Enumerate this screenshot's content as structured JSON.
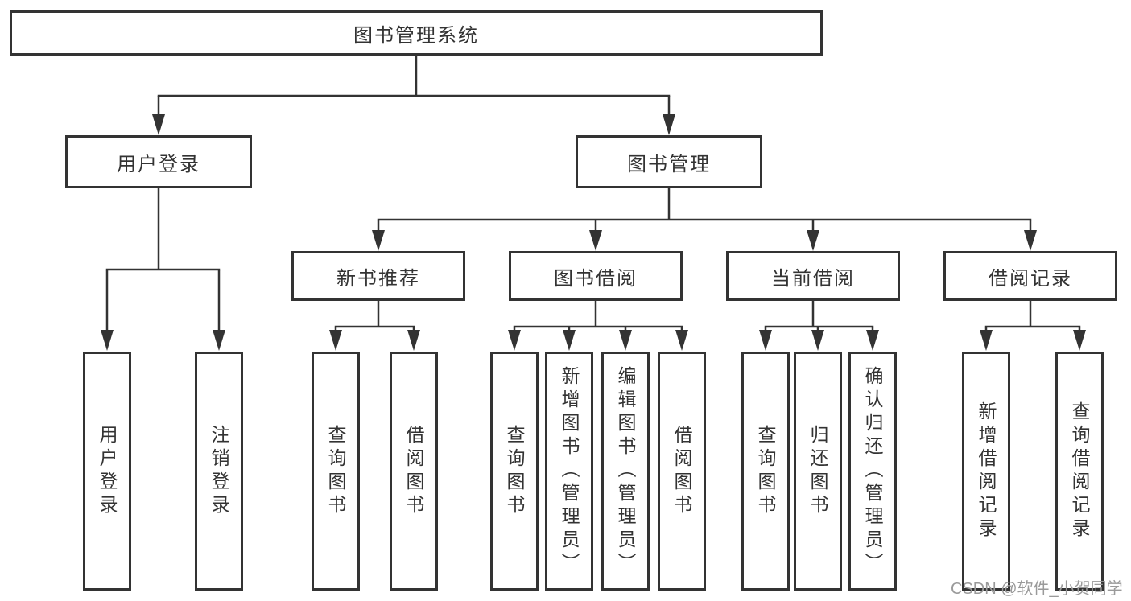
{
  "tree": {
    "root": "图书管理系统",
    "groups": [
      {
        "label": "用户登录",
        "leaves": [
          "用户登录",
          "注销登录"
        ]
      },
      {
        "label": "图书管理",
        "sections": [
          {
            "label": "新书推荐",
            "leaves": [
              "查询图书",
              "借阅图书"
            ]
          },
          {
            "label": "图书借阅",
            "leaves": [
              "查询图书",
              "新增图书（管理员）",
              "编辑图书（管理员）",
              "借阅图书"
            ]
          },
          {
            "label": "当前借阅",
            "leaves": [
              "查询图书",
              "归还图书",
              "确认归还（管理员）"
            ]
          },
          {
            "label": "借阅记录",
            "leaves": [
              "新增借阅记录",
              "查询借阅记录"
            ]
          }
        ]
      }
    ]
  },
  "watermark": {
    "text": "CSDN @软件_小贺同学",
    "color": "#9a9a9a"
  },
  "colors": {
    "line": "#333333",
    "box_border": "#333333",
    "box_background": "#ffffff",
    "text": "#333333",
    "page_background": "#ffffff"
  }
}
